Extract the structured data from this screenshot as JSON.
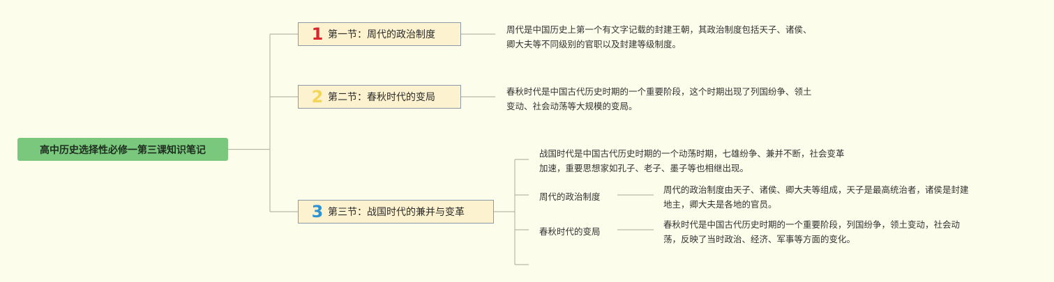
{
  "root": {
    "title": "高中历史选择性必修一第三课知识笔记"
  },
  "sections": [
    {
      "badge": "1",
      "badge_color": "#d9262c",
      "label": "第一节：周代的政治制度",
      "note_lines": [
        "周代是中国历史上第一个有文字记载的封建王朝，其政治制度包括天子、诸侯、",
        "卿大夫等不同级别的官职以及封建等级制度。"
      ]
    },
    {
      "badge": "2",
      "badge_color": "#f3d55a",
      "label": "第二节：春秋时代的变局",
      "note_lines": [
        "春秋时代是中国古代历史时期的一个重要阶段，这个时期出现了列国纷争、领土",
        "变动、社会动荡等大规模的变局。"
      ]
    },
    {
      "badge": "3",
      "badge_color": "#2e93d2",
      "label": "第三节：战国时代的兼并与变革",
      "note_lines": [
        "战国时代是中国古代历史时期的一个动荡时期，七雄纷争、兼并不断，社会变革",
        "加速，重要思想家如孔子、老子、墨子等也相继出现。"
      ],
      "subtopics": [
        {
          "label": "周代的政治制度",
          "note_lines": [
            "周代的政治制度由天子、诸侯、卿大夫等组成，天子是最高统治者，诸侯是封建",
            "地主，卿大夫是各地的官员。"
          ]
        },
        {
          "label": "春秋时代的变局",
          "note_lines": [
            "春秋时代是中国古代历史时期的一个重要阶段，列国纷争，领土变动，社会动",
            "荡，反映了当时政治、经济、军事等方面的变化。"
          ]
        }
      ]
    }
  ],
  "colors": {
    "background": "#fdfdeb",
    "root_fill": "#7ac77e",
    "topic_fill": "#fdf2cf",
    "topic_border": "#8a9aa6",
    "connector": "#b8b8a8"
  }
}
